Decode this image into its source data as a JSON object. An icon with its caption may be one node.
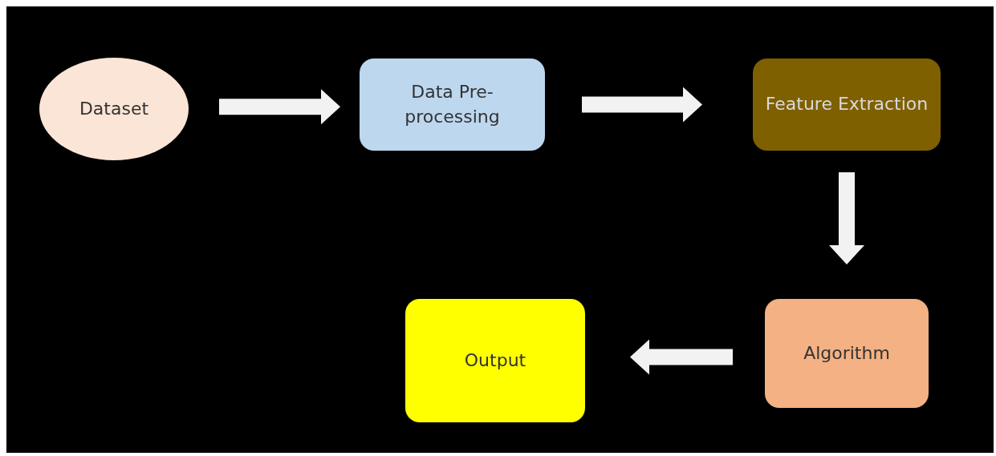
{
  "diagram": {
    "nodes": [
      {
        "text": [
          "Dataset"
        ]
      },
      {
        "text": [
          "Data Pre-processing"
        ]
      },
      {
        "text": [
          "Feature Extraction"
        ]
      },
      {
        "text": [
          "Algorithm"
        ]
      },
      {
        "text": [
          "Output"
        ]
      }
    ],
    "edges": [
      {
        "from": 0,
        "to": 1,
        "arrow": "to"
      },
      {
        "from": 1,
        "to": 2,
        "arrow": "to"
      },
      {
        "from": 2,
        "to": 3,
        "arrow": "to"
      },
      {
        "from": 3,
        "to": 4,
        "arrow": "to"
      }
    ]
  }
}
